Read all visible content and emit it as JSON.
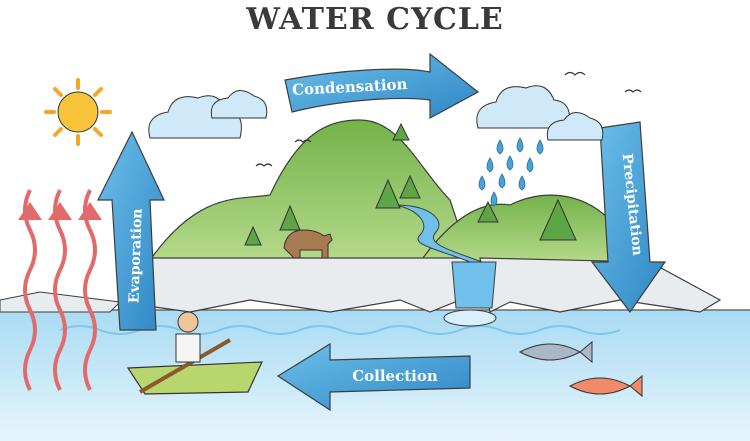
{
  "title": "WATER CYCLE",
  "labels": {
    "condensation": "Condensation",
    "precipitation": "Precipitation",
    "collection": "Collection",
    "evaporation": "Evaporation"
  },
  "colors": {
    "arrow": "#4aa3d8",
    "water": "#bfe3f5",
    "hill": "#8cc05a",
    "sun": "#f9c43a"
  }
}
